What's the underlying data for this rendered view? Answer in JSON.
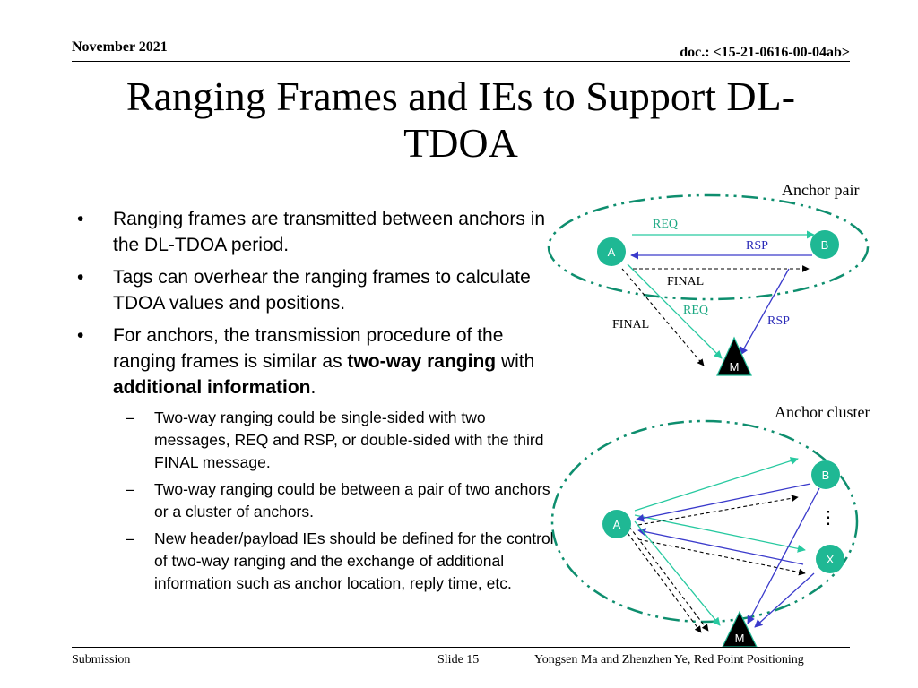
{
  "header": {
    "date": "November 2021",
    "doc": "doc.: <15-21-0616-00-04ab>"
  },
  "title": {
    "line1": "Ranging Frames and IEs to Support DL-",
    "line2": "TDOA"
  },
  "bullets": [
    {
      "level": 1,
      "marker": "•",
      "parts": [
        {
          "text": "Ranging frames are transmitted between anchors in the DL-TDOA period.",
          "bold": false
        }
      ]
    },
    {
      "level": 1,
      "marker": "•",
      "parts": [
        {
          "text": "Tags can overhear the ranging frames to calculate TDOA values and positions.",
          "bold": false
        }
      ]
    },
    {
      "level": 1,
      "marker": "•",
      "parts": [
        {
          "text": "For anchors, the transmission procedure of the ranging frames is similar as ",
          "bold": false
        },
        {
          "text": "two-way ranging",
          "bold": true
        },
        {
          "text": " with ",
          "bold": false
        },
        {
          "text": "additional information",
          "bold": true
        },
        {
          "text": ".",
          "bold": false
        }
      ]
    },
    {
      "level": 2,
      "marker": "–",
      "parts": [
        {
          "text": "Two-way ranging could be single-sided with two messages, REQ and RSP, or double-sided with the third FINAL message.",
          "bold": false
        }
      ]
    },
    {
      "level": 2,
      "marker": "–",
      "parts": [
        {
          "text": "Two-way ranging could be between a pair of two anchors or a cluster of anchors.",
          "bold": false
        }
      ]
    },
    {
      "level": 2,
      "marker": "–",
      "parts": [
        {
          "text": "New header/payload IEs should be defined for the control of two-way ranging and the exchange of additional information such as anchor location, reply time, etc.",
          "bold": false
        }
      ]
    }
  ],
  "diagram": {
    "pair": {
      "caption": "Anchor pair",
      "node_a": "A",
      "node_b": "B",
      "node_m": "M",
      "req_top": "REQ",
      "rsp_top": "RSP",
      "final_mid": "FINAL",
      "req_diag": "REQ",
      "rsp_diag": "RSP",
      "final_left": "FINAL"
    },
    "cluster": {
      "caption": "Anchor cluster",
      "node_a": "A",
      "node_b": "B",
      "node_x": "X",
      "node_m": "M",
      "dots": "⋮"
    },
    "colors": {
      "anchor_fill": "#1fb894",
      "ellipse": "#0e8e6e",
      "green_arrow": "#27c9a0",
      "blue_arrow": "#3a3acb",
      "label_green": "#1aa882",
      "label_blue": "#2b2bb8"
    }
  },
  "footer": {
    "left": "Submission",
    "slide": "Slide 15",
    "authors": "Yongsen Ma and Zhenzhen Ye, Red Point Positioning"
  }
}
